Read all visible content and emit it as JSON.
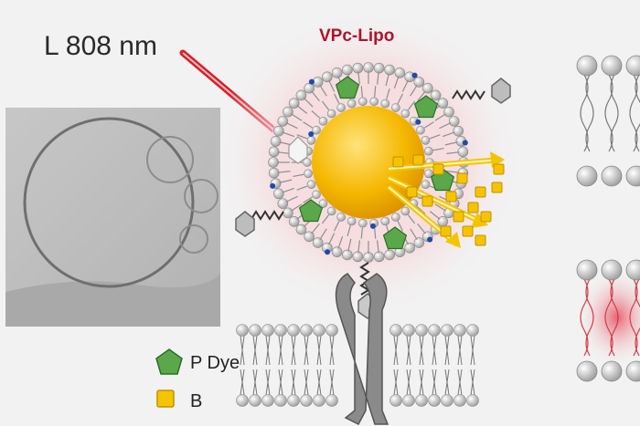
{
  "laser": {
    "label": "L 808 nm",
    "color": "#d81f2a"
  },
  "nanoparticle": {
    "label": "VPc-Lipo",
    "label_color": "#b0142a",
    "core_color": "#f5b800",
    "glow_color": "#f6c7cc"
  },
  "legend": [
    {
      "symbol": "green-pentagon",
      "symbol_color": "#5aa84a",
      "text": "P  Dye"
    },
    {
      "symbol": "yellow-square",
      "symbol_color": "#f5c400",
      "text": "B"
    }
  ],
  "colors": {
    "membrane_heat": "#e84a5a",
    "lipid_head": "#d2d2d2",
    "receptor": "#8a8a8a",
    "marker_blue": "#1f4aa8"
  }
}
